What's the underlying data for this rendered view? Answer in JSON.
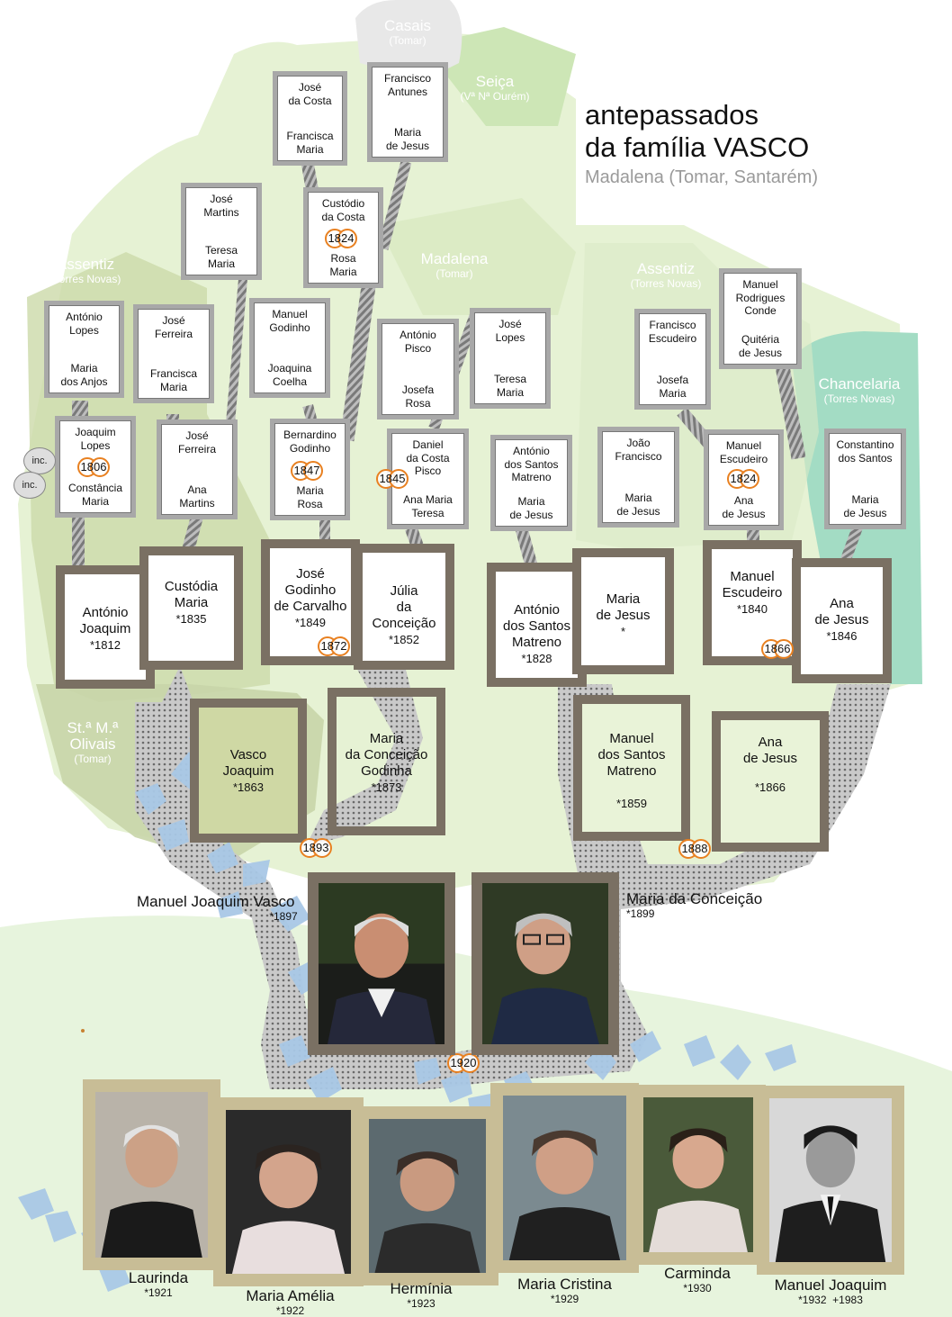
{
  "title_line1": "antepassados",
  "title_line2": "da família VASCO",
  "subtitle": "Madalena (Tomar, Santarém)",
  "places": {
    "casais": {
      "name": "Casais",
      "sub": "(Tomar)"
    },
    "seica": {
      "name": "Seiça",
      "sub": "(Vª Nª Ourém)"
    },
    "madalena": {
      "name": "Madalena",
      "sub": "(Tomar)"
    },
    "assentiz_left": {
      "name": "Assentiz",
      "sub": "(Torres Novas)"
    },
    "assentiz_right": {
      "name": "Assentiz",
      "sub": "(Torres Novas)"
    },
    "chancelaria": {
      "name": "Chancelaria",
      "sub": "(Torres Novas)"
    },
    "olivais": {
      "name1": "St.ª M.ª",
      "name2": "Olivais",
      "sub": "(Tomar)"
    }
  },
  "small_boxes": {
    "jose_costa": {
      "a": "José\nda Costa",
      "b": "Francisca\nMaria"
    },
    "francisco_antunes": {
      "a": "Francisco\nAntunes",
      "b": "Maria\nde Jesus"
    },
    "custodio_costa": {
      "a": "Custódio\nda Costa",
      "b": "Rosa\nMaria"
    },
    "jose_martins": {
      "a": "José\nMartins",
      "b": "Teresa\nMaria"
    },
    "antonio_lopes": {
      "a": "António\nLopes",
      "b": "Maria\ndos Anjos"
    },
    "jose_ferreira_1": {
      "a": "José\nFerreira",
      "b": "Francisca\nMaria"
    },
    "manuel_godinho": {
      "a": "Manuel\nGodinho",
      "b": "Joaquina\nCoelha"
    },
    "antonio_pisco": {
      "a": "António\nPisco",
      "b": "Josefa\nRosa"
    },
    "jose_lopes": {
      "a": "José\nLopes",
      "b": "Teresa\nMaria"
    },
    "francisco_escudeiro": {
      "a": "Francisco\nEscudeiro",
      "b": "Josefa\nMaria"
    },
    "manuel_rodrigues_conde": {
      "a": "Manuel\nRodrigues\nConde",
      "b": "Quitéria\nde Jesus"
    },
    "joaquim_lopes": {
      "a": "Joaquim\nLopes",
      "b": "Constância\nMaria"
    },
    "jose_ferreira_2": {
      "a": "José\nFerreira",
      "b": "Ana\nMartins"
    },
    "bernardino_godinho": {
      "a": "Bernardino\nGodinho",
      "b": "Maria\nRosa"
    },
    "daniel_pisco": {
      "a": "Daniel\nda Costa\nPisco",
      "b": "Ana Maria\nTeresa"
    },
    "antonio_santos_matreno_1": {
      "a": "António\ndos Santos\nMatreno",
      "b": "Maria\nde Jesus"
    },
    "joao_francisco": {
      "a": "João\nFrancisco",
      "b": "Maria\nde Jesus"
    },
    "manuel_escudeiro_1": {
      "a": "Manuel\nEscudeiro",
      "b": "Ana\nde Jesus"
    },
    "constantino_santos": {
      "a": "Constantino\ndos Santos",
      "b": "Maria\nde Jesus"
    }
  },
  "big_boxes": {
    "antonio_joaquim": {
      "name": "António\nJoaquim",
      "born": "*1812"
    },
    "custodia_maria": {
      "name": "Custódia\nMaria",
      "born": "*1835"
    },
    "jose_godinho": {
      "name": "José\nGodinho\nde Carvalho",
      "born": "*1849"
    },
    "julia": {
      "name": "Júlia\nda\nConceição",
      "born": "*1852"
    },
    "antonio_matreno": {
      "name": "António\ndos Santos\nMatreno",
      "born": "*1828"
    },
    "maria_jesus": {
      "name": "Maria\nde Jesus",
      "born": "*"
    },
    "manuel_escudeiro": {
      "name": "Manuel\nEscudeiro",
      "born": "*1840"
    },
    "ana_jesus_1": {
      "name": "Ana\nde Jesus",
      "born": "*1846"
    },
    "vasco_joaquim": {
      "name": "Vasco\nJoaquim",
      "born": "*1863"
    },
    "maria_conceicao_godinha": {
      "name": "Maria\nda Conceição\nGodinha",
      "born": "*1873"
    },
    "manuel_santos_matreno": {
      "name": "Manuel\ndos Santos\nMatreno",
      "born": "*1859"
    },
    "ana_jesus_2": {
      "name": "Ana\nde Jesus",
      "born": "*1866"
    }
  },
  "marriages": {
    "m1824a": "1824",
    "m1806": "1806",
    "m1847": "1847",
    "m1845": "1845",
    "m1824b": "1824",
    "m1872": "1872",
    "m1866": "1866",
    "m1893": "1893",
    "m1888": "1888",
    "m1920": "1920"
  },
  "incs": [
    "inc.",
    "inc."
  ],
  "parents": {
    "father": {
      "name": "Manuel Joaquim Vasco",
      "born": "*1897"
    },
    "mother": {
      "name": "Maria da Conceição",
      "born": "*1899"
    }
  },
  "children": [
    {
      "name": "Laurinda",
      "born": "*1921"
    },
    {
      "name": "Maria Amélia",
      "born": "*1922"
    },
    {
      "name": "Hermínia",
      "born": "*1923"
    },
    {
      "name": "Maria Cristina",
      "born": "*1929"
    },
    {
      "name": "Carminda",
      "born": "*1930"
    },
    {
      "name": "Manuel Joaquim",
      "born": "*1932  +1983"
    }
  ],
  "colors": {
    "frame": "#7a7063",
    "gold": "#c8bd96",
    "ring": "#e88020",
    "bird": "#a9c8e6",
    "trunk": "#a7a7a7"
  }
}
